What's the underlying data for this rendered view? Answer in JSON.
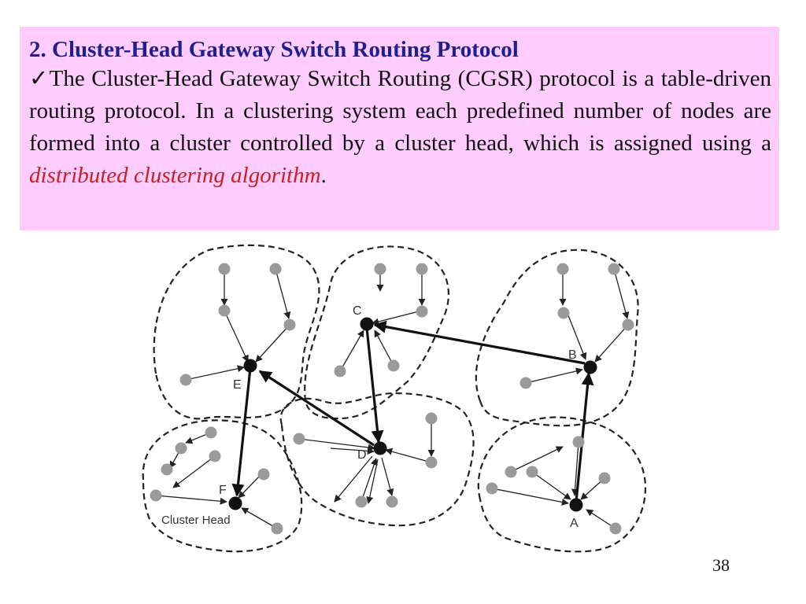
{
  "slide": {
    "heading": "2. Cluster-Head Gateway Switch Routing Protocol",
    "checkmark": "✓",
    "para_before": "The Cluster-Head Gateway Switch Routing (CGSR) protocol is a table-driven routing protocol. In a clustering system each predefined number of nodes are formed into a cluster controlled by a cluster head, which is assigned using a ",
    "para_highlight": "distributed clustering algorithm",
    "para_after": ".",
    "slide_number": "38"
  },
  "diagram": {
    "labels": {
      "c": "C",
      "b": "B",
      "e": "E",
      "d": "D",
      "f": "F",
      "a": "A",
      "cluster_head": "Cluster Head"
    },
    "colors": {
      "cluster_head": "#111111",
      "member_node": "#9a9a9a",
      "edge": "#222222"
    }
  }
}
